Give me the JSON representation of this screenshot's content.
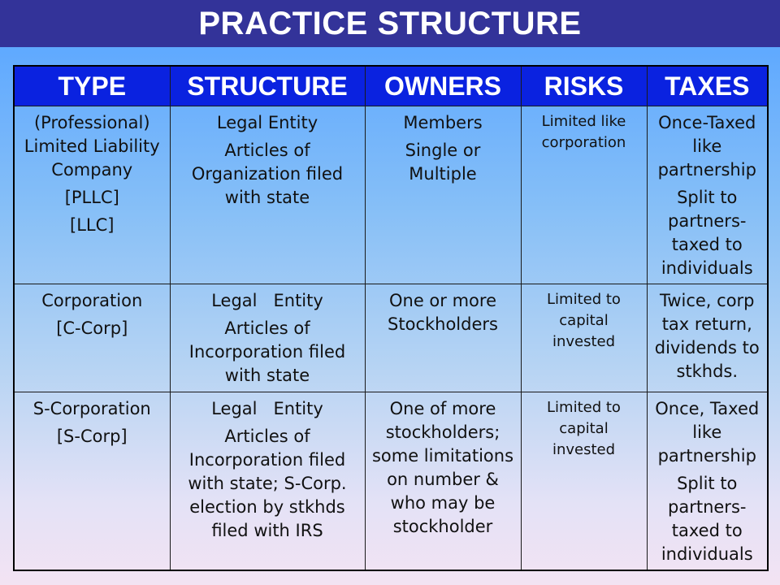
{
  "title": "PRACTICE STRUCTURE",
  "table": {
    "headers": [
      "TYPE",
      "STRUCTURE",
      "OWNERS",
      "RISKS",
      "TAXES"
    ],
    "rows": [
      {
        "type": [
          "(Professional) Limited Liability Company",
          "[PLLC]",
          "[LLC]"
        ],
        "structure": [
          "Legal Entity",
          "Articles of Organization filed with state"
        ],
        "owners": [
          "Members",
          "Single or Multiple"
        ],
        "risks": [
          "Limited like corporation"
        ],
        "taxes": [
          "Once-Taxed like partnership",
          "Split to partners-taxed to individuals"
        ]
      },
      {
        "type": [
          "Corporation",
          "[C-Corp]"
        ],
        "structure": [
          "Legal   Entity",
          "Articles of Incorporation filed with state"
        ],
        "owners": [
          "One or more Stockholders"
        ],
        "risks": [
          "Limited to capital invested"
        ],
        "taxes": [
          "Twice, corp tax return, dividends to stkhds."
        ]
      },
      {
        "type": [
          "S-Corporation",
          "[S-Corp]"
        ],
        "structure": [
          "Legal   Entity",
          "Articles of Incorporation filed with state; S-Corp. election by stkhds filed with IRS"
        ],
        "owners": [
          "One of more stockholders; some limitations on number & who may be stockholder"
        ],
        "risks": [
          "Limited to capital invested"
        ],
        "taxes": [
          "Once, Taxed like partnership",
          "Split to partners-taxed to individuals"
        ]
      }
    ]
  },
  "colors": {
    "title_bar": "#333399",
    "header_fill": "#0a22e0",
    "header_text": "#ffffff",
    "gradient_top": "#5fa9ff",
    "gradient_bottom": "#f3e3f3"
  }
}
